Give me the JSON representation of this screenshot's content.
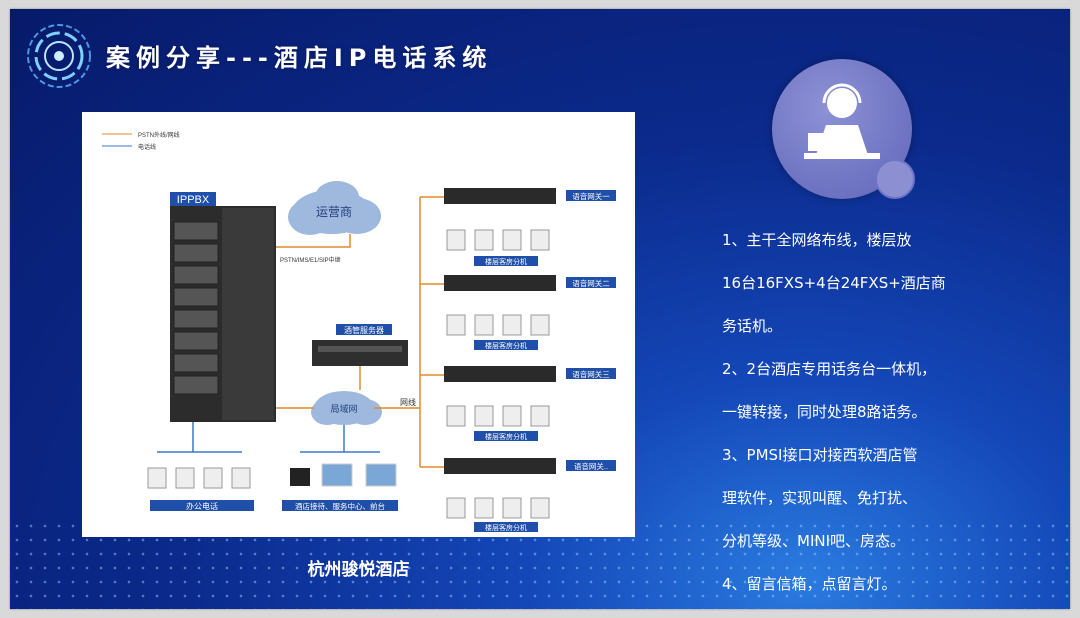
{
  "title": "案例分享---酒店IP电话系统",
  "caption": "杭州骏悦酒店",
  "notes": [
    "1、主干全网络布线，楼层放",
    "16台16FXS+4台24FXS+酒店商",
    "务话机。",
    "2、2台酒店专用话务台一体机，",
    "一键转接，同时处理8路话务。",
    "3、PMSI接口对接西软酒店管",
    "理软件，实现叫醒、免打扰、",
    "分机等级、MINI吧、房态。",
    "4、留言信箱，点留言灯。"
  ],
  "diagram": {
    "legend_trunk": "PSTN外线/网线",
    "legend_phone": "电话线",
    "ippbx": "IPPBX",
    "carrier": "运营商",
    "trunk_label": "PSTN/IMS/E1/SIP中继",
    "server": "酒管服务器",
    "lan": "局域网",
    "cable": "网线",
    "office_phones": "办公电话",
    "reception": "酒店接待、服务中心、前台",
    "gateways": [
      "语音网关一",
      "语音网关二",
      "语音网关三",
      "语音网关.."
    ],
    "floor_ext": "楼层客房分机"
  },
  "colors": {
    "accent": "#0b2a8c",
    "trunk_line": "#e08a2a",
    "phone_line": "#3a78c8",
    "label_fill": "#1f4fa8"
  }
}
